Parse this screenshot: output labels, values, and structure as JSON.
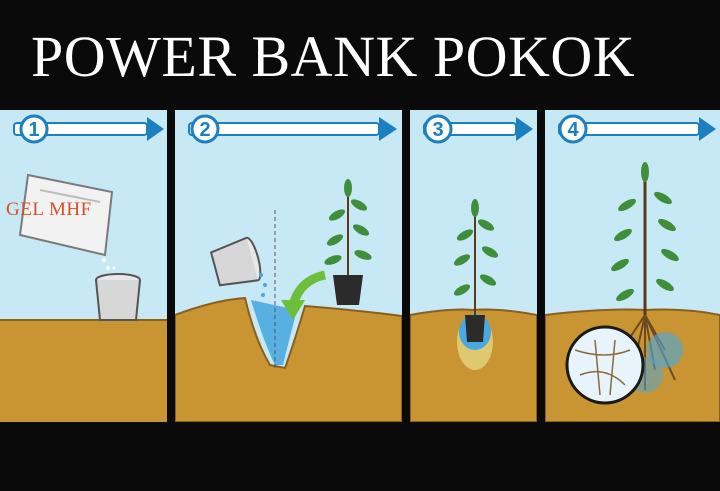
{
  "title": "POWER BANK POKOK",
  "steps": [
    {
      "number": "1",
      "annotation": "GEL MHF"
    },
    {
      "number": "2"
    },
    {
      "number": "3"
    },
    {
      "number": "4"
    }
  ],
  "colors": {
    "sky": "#c7e8f5",
    "soil": "#c99532",
    "arrow": "#1c80c0",
    "leaf": "#3f8f3a",
    "gel": "#4aa8e0"
  }
}
